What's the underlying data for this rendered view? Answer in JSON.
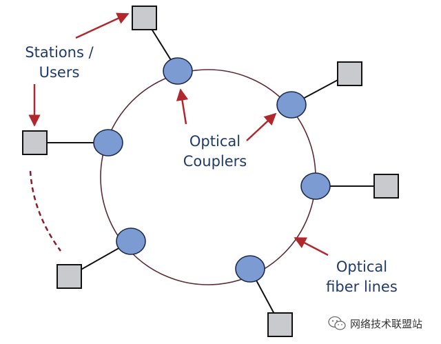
{
  "labels": {
    "stations": [
      "Stations /",
      "Users"
    ],
    "couplers": [
      "Optical",
      "Couplers"
    ],
    "fiber": [
      "Optical",
      "fiber lines"
    ]
  },
  "watermark": {
    "text": "网络技术联盟站",
    "icon": "wechat-icon"
  },
  "colors": {
    "ring": "#5b2a34",
    "coupler_fill": "#7d9bd3",
    "coupler_stroke": "#1b2a4a",
    "station_fill": "#c8cacd",
    "station_stroke": "#111111",
    "arrow": "#b0282e",
    "text": "#1f3a6b"
  }
}
